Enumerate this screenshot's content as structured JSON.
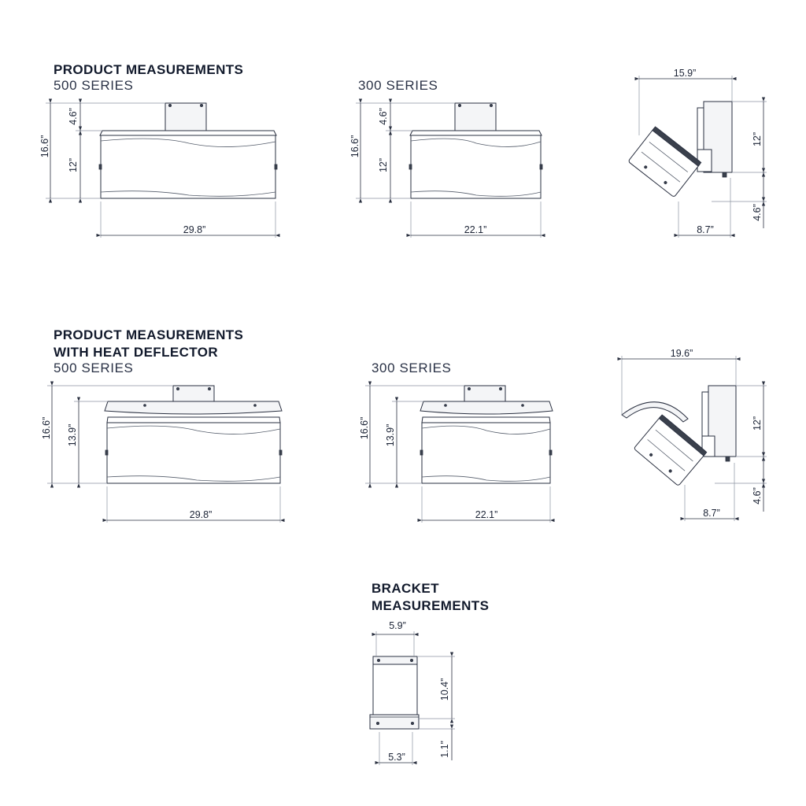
{
  "sections": {
    "product": {
      "title": "PRODUCT MEASUREMENTS",
      "series_500": "500 SERIES",
      "series_300": "300 SERIES"
    },
    "deflector": {
      "title_line1": "PRODUCT MEASUREMENTS",
      "title_line2": "WITH HEAT DEFLECTOR",
      "series_500": "500 SERIES",
      "series_300": "300 SERIES"
    },
    "bracket": {
      "title_line1": "BRACKET",
      "title_line2": "MEASUREMENTS"
    }
  },
  "dimensions": {
    "p500": {
      "overall_height": "16.6”",
      "bracket_height": "4.6”",
      "body_height": "12”",
      "width": "29.8”"
    },
    "p300": {
      "overall_height": "16.6”",
      "bracket_height": "4.6”",
      "body_height": "12”",
      "width": "22.1”"
    },
    "pside": {
      "depth": "15.9”",
      "height": "12”",
      "lower": "4.6”",
      "base": "8.7”"
    },
    "d500": {
      "overall_height": "16.6”",
      "body_height": "13.9”",
      "width": "29.8”"
    },
    "d300": {
      "overall_height": "16.6”",
      "body_height": "13.9”",
      "width": "22.1”"
    },
    "dside": {
      "depth": "19.6”",
      "height": "12”",
      "lower": "4.6”",
      "base": "8.7”"
    },
    "bracket": {
      "top_width": "5.9”",
      "height": "10.4”",
      "flange": "1.1”",
      "bottom_width": "5.3”"
    }
  },
  "colors": {
    "ink": "#1b2335",
    "heading": "#121a2c",
    "line": "#2a3040",
    "extension": "#8c93a0"
  }
}
